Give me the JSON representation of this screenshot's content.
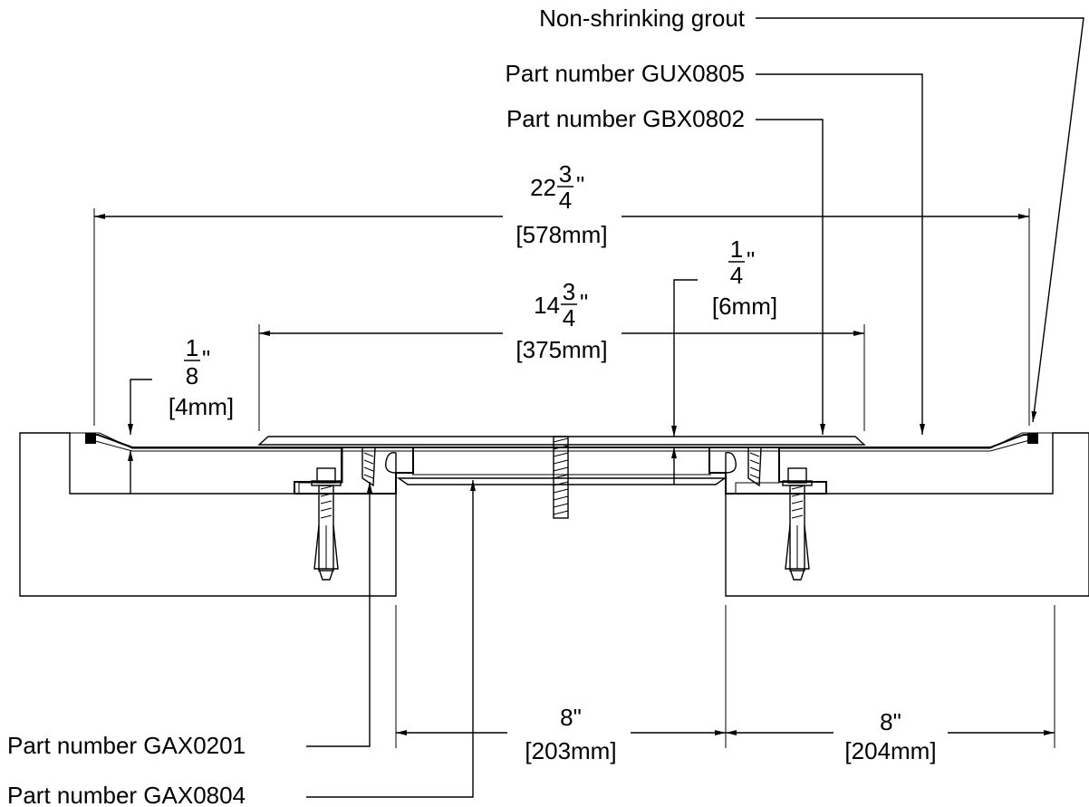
{
  "callouts": {
    "grout": "Non-shrinking grout",
    "gux0805": "Part number GUX0805",
    "gbx0802": "Part number GBX0802",
    "gax0201": "Part number GAX0201",
    "gax0804": "Part number GAX0804"
  },
  "dimensions": {
    "overall": {
      "whole": "22",
      "num": "3",
      "den": "4",
      "unit": "\"",
      "metric": "[578mm]"
    },
    "plate": {
      "whole": "14",
      "num": "3",
      "den": "4",
      "unit": "\"",
      "metric": "[375mm]"
    },
    "plate_thickness": {
      "num": "1",
      "den": "4",
      "unit": "\"",
      "metric": "[6mm]"
    },
    "recess_depth": {
      "num": "1",
      "den": "8",
      "unit": "\"",
      "metric": "[4mm]"
    },
    "gap_left": {
      "imperial": "8\"",
      "metric": "[203mm]"
    },
    "gap_right": {
      "imperial": "8\"",
      "metric": "[204mm]"
    }
  }
}
